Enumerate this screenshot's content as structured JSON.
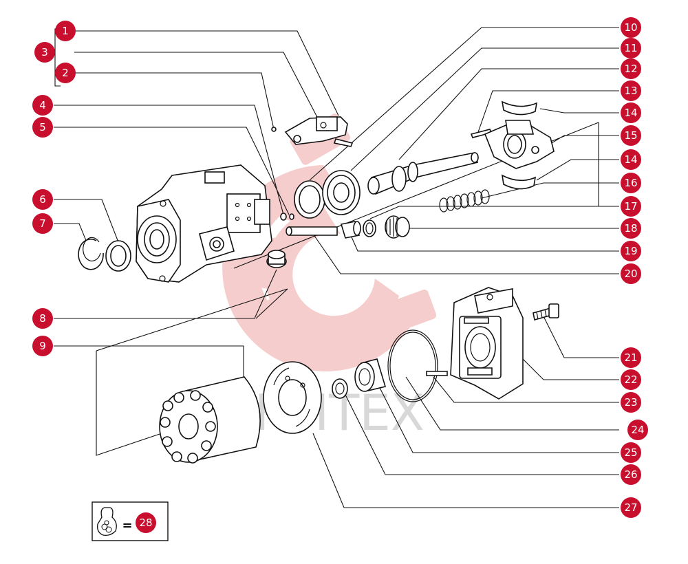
{
  "diagram": {
    "watermark_text": "HHTEX",
    "part_labels": [
      "1",
      "2",
      "3",
      "4",
      "5",
      "6",
      "7",
      "8",
      "9",
      "10",
      "11",
      "12",
      "13",
      "14",
      "15",
      "16",
      "17",
      "18",
      "19",
      "20",
      "21",
      "22",
      "23",
      "24",
      "25",
      "26",
      "27"
    ],
    "kit_legend": {
      "equals_sign": "=",
      "kit_number": "28",
      "icon": "parts-bag-icon"
    },
    "colors": {
      "badge": "#c8102e",
      "watermark_gear": "#f6c8c8",
      "watermark_text": "#d8d8d8",
      "line": "#111111"
    }
  }
}
